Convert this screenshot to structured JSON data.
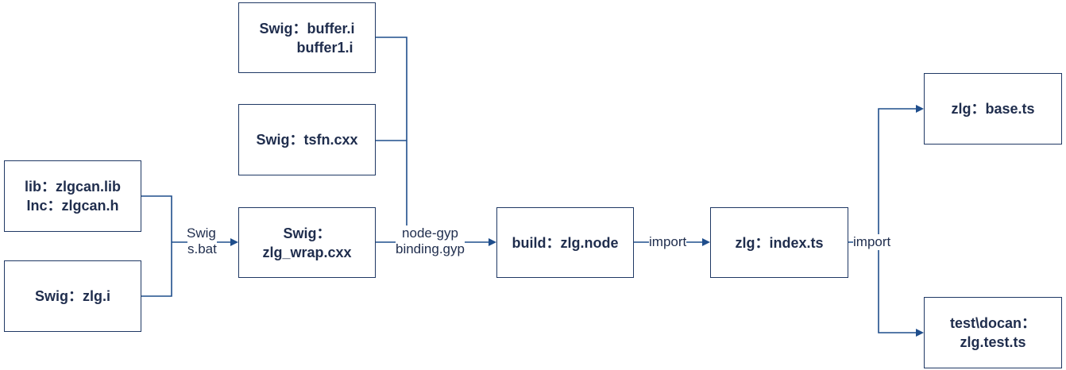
{
  "boxes": {
    "buffer": {
      "line1": "Swig：buffer.i",
      "line2": "         buffer1.i"
    },
    "tsfn": {
      "line1": "Swig：tsfn.cxx"
    },
    "lib": {
      "line1": "lib：zlgcan.lib",
      "line2": "Inc：zlgcan.h"
    },
    "zlgi": {
      "line1": "Swig：zlg.i"
    },
    "wrap": {
      "line1": "Swig：",
      "line2": "zlg_wrap.cxx"
    },
    "build": {
      "line1": "build：zlg.node"
    },
    "index": {
      "line1": "zlg：index.ts"
    },
    "base": {
      "line1": "zlg：base.ts"
    },
    "test": {
      "line1": "test\\docan：",
      "line2": "zlg.test.ts"
    }
  },
  "labels": {
    "swig_line1": "Swig",
    "swig_line2": "s.bat",
    "nodegyp_line1": "node-gyp",
    "nodegyp_line2": "binding.gyp",
    "import1": "import",
    "import2": "import"
  }
}
